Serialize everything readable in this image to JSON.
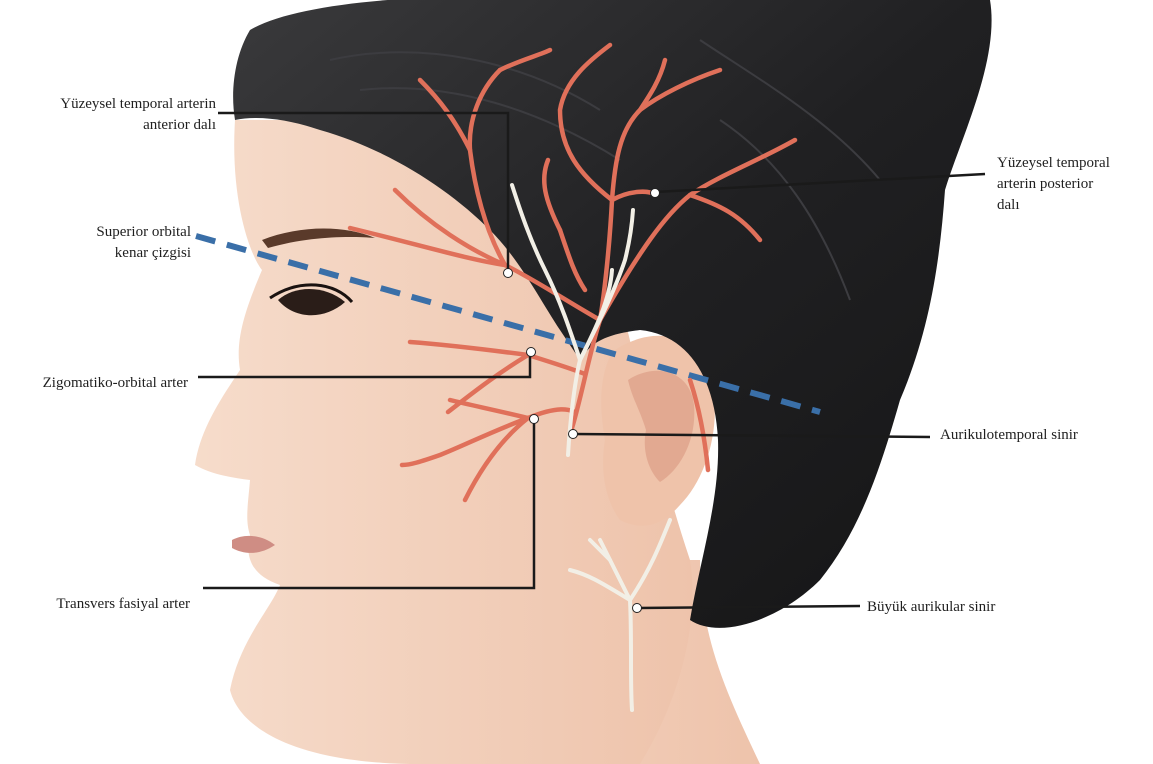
{
  "figure": {
    "labels": {
      "sta_anterior": [
        "Yüzeysel temporal arterin",
        "anterior dalı"
      ],
      "sta_posterior": [
        "Yüzeysel temporal",
        "arterin posterior",
        "dalı"
      ],
      "superior_orbital": [
        "Superior orbital",
        "kenar çizgisi"
      ],
      "zygomatico_orbital": [
        "Zigomatiko-orbital arter"
      ],
      "auriculotemporal": [
        "Aurikulotemporal sinir"
      ],
      "transverse_facial": [
        "Transvers fasiyal arter"
      ],
      "great_auricular": [
        "Büyük aurikular sinir"
      ]
    },
    "colors": {
      "artery": "#e0705a",
      "nerve": "#f2efe6",
      "orbital_line": "#3a6fa8",
      "leader": "#1a1a1a",
      "hair": "#1e1e1f",
      "skin": "#f3d3c0"
    }
  }
}
